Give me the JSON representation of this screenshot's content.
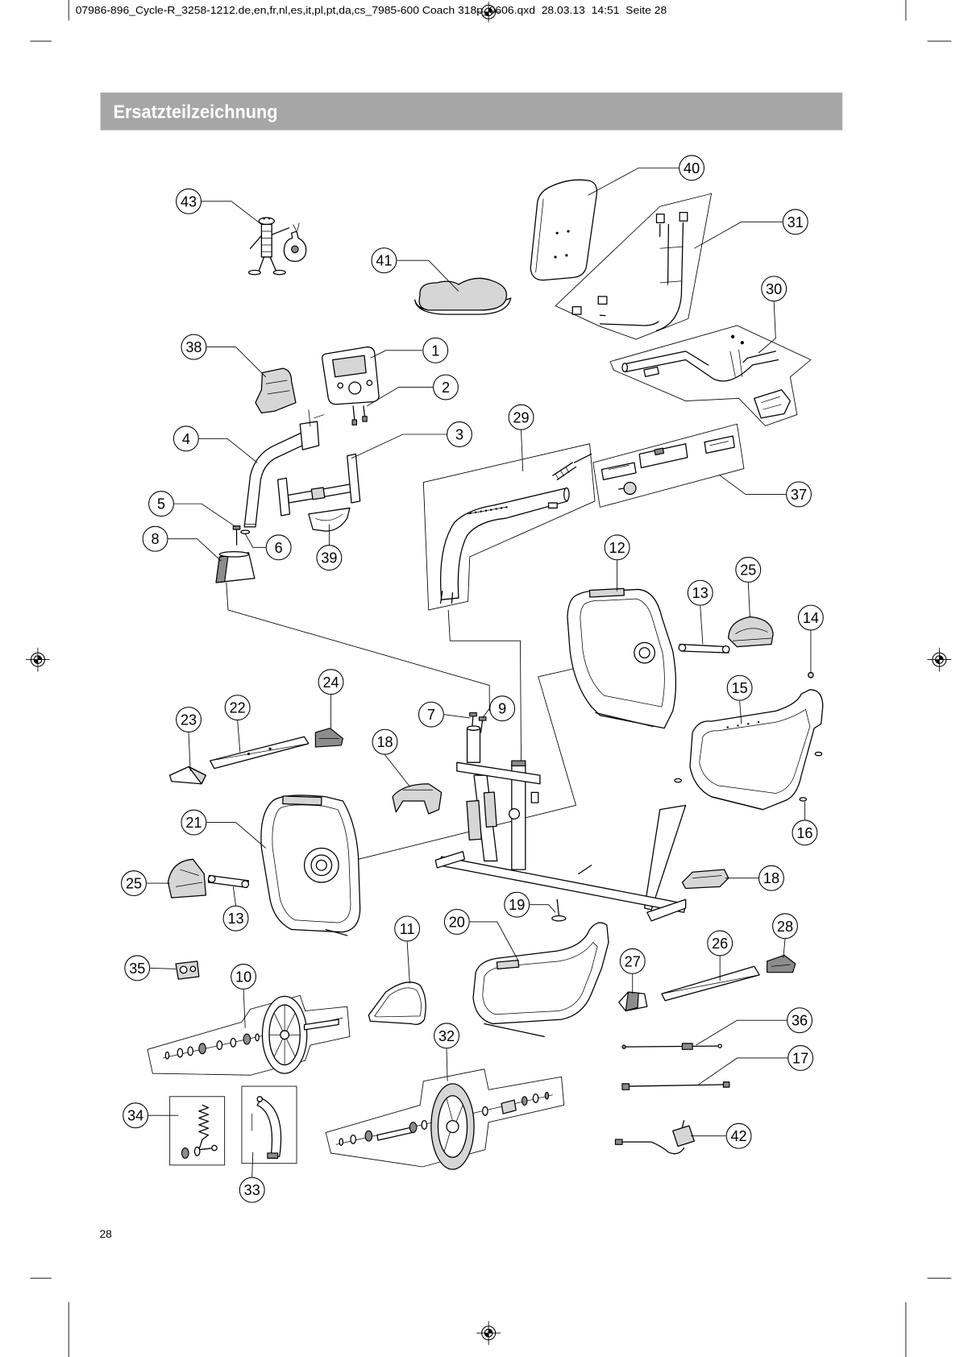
{
  "header": {
    "slug_line": "07986-896_Cycle-R_3258-1212.de,en,fr,nl,es,it,pl,pt,da,cs_7985-600 Coach 318p_0606.qxd  28.03.13  14:51  Seite 28"
  },
  "title": "Ersatzteilzeichnung",
  "page_number": "28",
  "callouts": [
    "43",
    "40",
    "31",
    "41",
    "30",
    "38",
    "1",
    "2",
    "4",
    "3",
    "29",
    "5",
    "37",
    "8",
    "6",
    "39",
    "12",
    "25",
    "13",
    "14",
    "24",
    "15",
    "22",
    "9",
    "7",
    "23",
    "18",
    "21",
    "16",
    "18",
    "25",
    "19",
    "13",
    "20",
    "28",
    "11",
    "26",
    "27",
    "35",
    "10",
    "36",
    "32",
    "17",
    "34",
    "42",
    "33"
  ]
}
